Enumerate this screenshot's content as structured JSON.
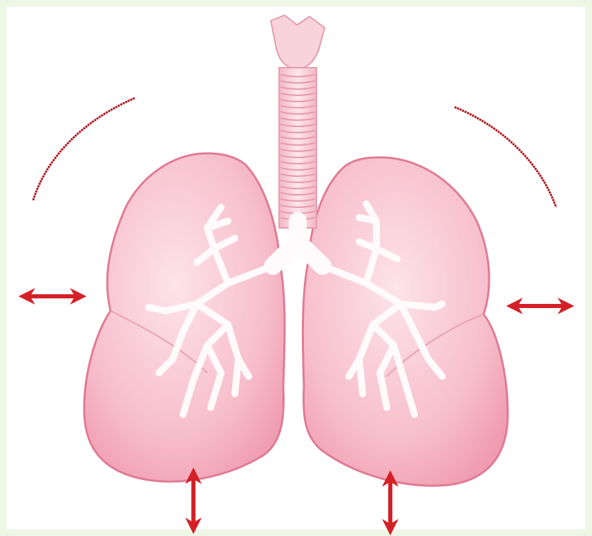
{
  "diagram": {
    "subject": "lungs-expansion",
    "colors": {
      "background": "#ffffff",
      "border": "#eef7e6",
      "lung_fill": "#f5b3c2",
      "lung_light": "#fde3ea",
      "lung_stroke": "#e07b95",
      "trachea_fill": "#f9d0da",
      "ring": "#e79aad",
      "bronchi": "#fffafb",
      "arrow": "#d42127",
      "arc": "#b0151e"
    },
    "icons": {
      "horizontal_arrow": "double-arrow-horizontal",
      "vertical_arrow": "double-arrow-vertical"
    }
  }
}
